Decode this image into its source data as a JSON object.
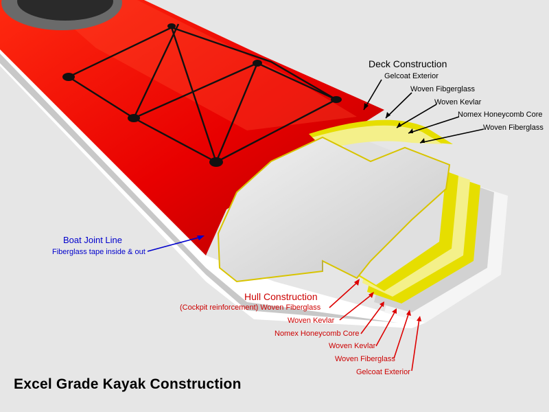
{
  "title": "Excel Grade Kayak Construction",
  "deck": {
    "heading": "Deck Construction",
    "layers": [
      "Gelcoat Exterior",
      "Woven Fibgerglass",
      "Woven Kevlar",
      "Nomex Honeycomb Core",
      "Woven Fiberglass"
    ]
  },
  "joint": {
    "heading": "Boat Joint Line",
    "note": "Fiberglass tape inside & out"
  },
  "hull": {
    "heading": "Hull Construction",
    "layers": [
      "(Cockpit reinforcement) Woven Fiberglass",
      "Woven Kevlar",
      "Nomex Honeycomb Core",
      "Woven Kevlar",
      "Woven Fiberglass",
      "Gelcoat Exterior"
    ]
  },
  "colors": {
    "background": "#e6e6e6",
    "hull_red": "#e80000",
    "deck_label": "#000000",
    "hull_label": "#cc0000",
    "joint_label": "#0000cc",
    "fiberglass": "#dcdcdc",
    "kevlar": "#e8e000"
  }
}
